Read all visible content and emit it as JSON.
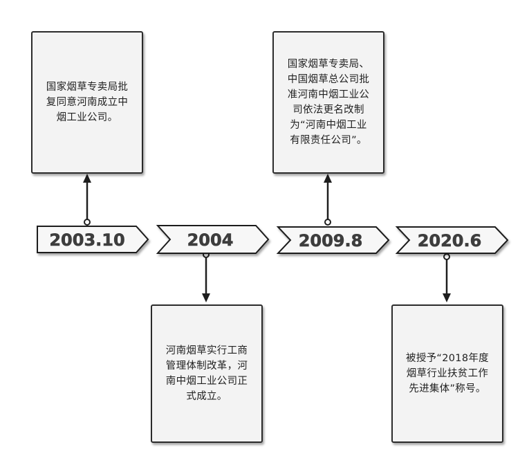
{
  "timeline": [
    {
      "year": "2003.10",
      "text": "国家烟草专卖局批\n复同意河南成立中\n烟工业公司。",
      "position": "above"
    },
    {
      "year": "2004",
      "text": "河南烟草实行工商\n管理体制改革，河\n南中烟工业公司正\n式成立。",
      "position": "below"
    },
    {
      "year": "2009.8",
      "text": "国家烟草专卖局、\n中国烟草总公司批\n准河南中烟工业公\n司依法更名改制\n为“河南中烟工业\n有限责任公司”。",
      "position": "above"
    },
    {
      "year": "2020.6",
      "text": "被授予“2018年度\n烟草行业扶贫工作\n先进集体”称号。",
      "position": "below"
    }
  ],
  "colors": {
    "line": "#1e1e1e",
    "card_fill": "#f3f3f3",
    "arrow_fill": "#f7f7f7",
    "label": "#3d3d3d"
  }
}
